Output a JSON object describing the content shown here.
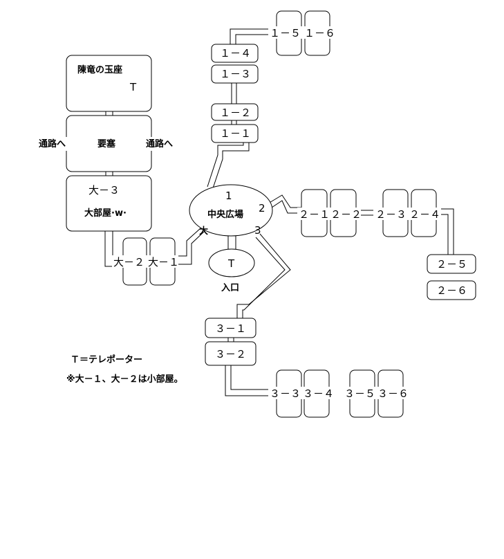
{
  "diagram": {
    "throne_title": "陳竜の玉座",
    "throne_marker": "T",
    "fortress": "要塞",
    "passage_left": "通路へ",
    "passage_right": "通路へ",
    "large3_title": "大－３",
    "large3_sub": "大部屋·w·",
    "plaza": "中央広場",
    "plaza_exit_1": "1",
    "plaza_exit_2": "2",
    "plaza_exit_3": "3",
    "plaza_exit_large": "大",
    "teleporter_marker": "T",
    "entrance": "入口",
    "rooms": {
      "r1_1": "１－１",
      "r1_2": "１－２",
      "r1_3": "１－３",
      "r1_4": "１－４",
      "r1_5": "１－５",
      "r1_6": "１－６",
      "r2_1": "２－１",
      "r2_2": "２－２",
      "r2_3": "２－３",
      "r2_4": "２－４",
      "r2_5": "２－５",
      "r2_6": "２－６",
      "r3_1": "３－１",
      "r3_2": "３－２",
      "r3_3": "３－３",
      "r3_4": "３－４",
      "r3_5": "３－５",
      "r3_6": "３－６",
      "l1": "大－１",
      "l2": "大－２"
    }
  },
  "legend": {
    "teleporter": "Ｔ＝テレポーター",
    "note": "※大－１、大－２は小部屋。"
  }
}
